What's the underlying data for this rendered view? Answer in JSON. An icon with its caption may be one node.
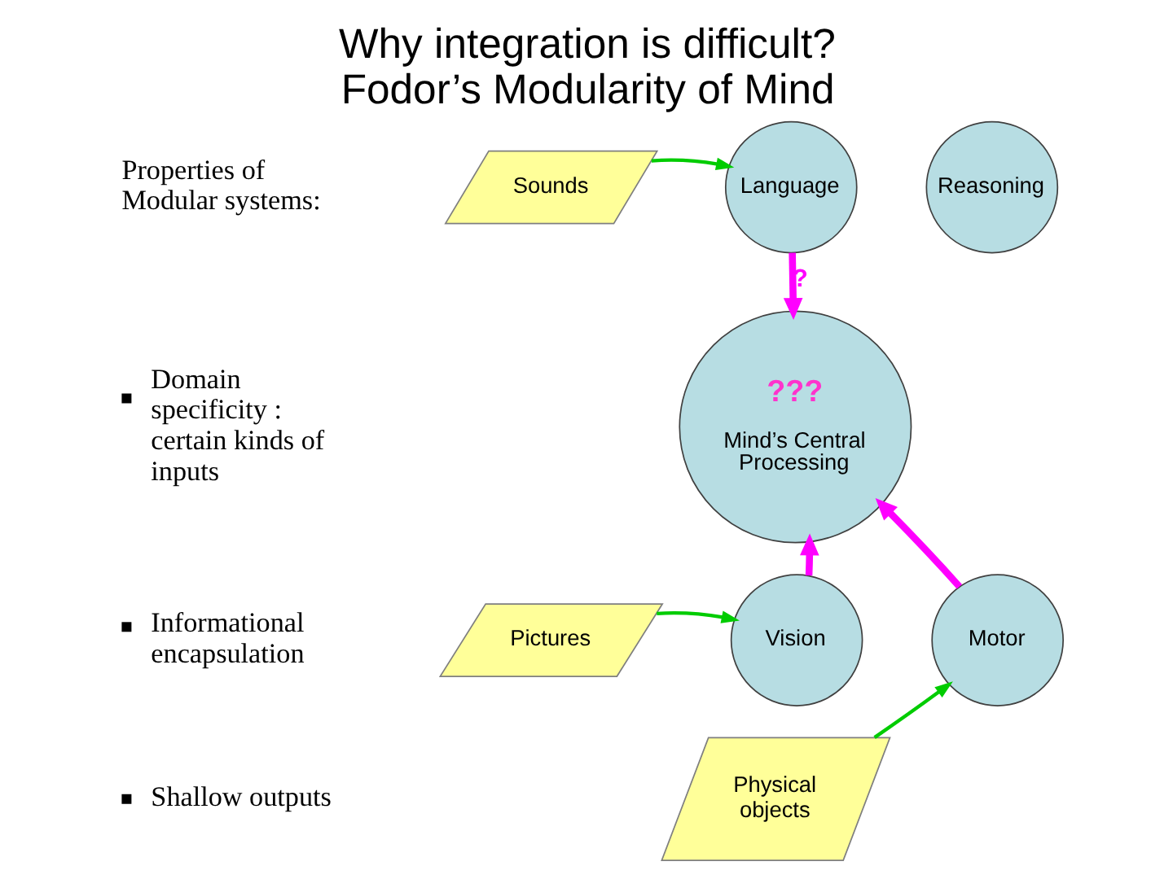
{
  "diagram": {
    "title": "Why integration is difficult? Fodor’s Modularity of Mind",
    "nodes": [
      {
        "text": [
          "Sounds"
        ]
      },
      {
        "text": [
          "Language"
        ]
      },
      {
        "text": [
          "Reasoning"
        ]
      },
      {
        "text": [
          "???",
          "Mind’s Central Processing"
        ]
      },
      {
        "text": [
          "Pictures"
        ]
      },
      {
        "text": [
          "Vision"
        ]
      },
      {
        "text": [
          "Motor"
        ]
      },
      {
        "text": [
          "Physical objects"
        ]
      }
    ],
    "edges": [
      {
        "from": 0,
        "to": 1,
        "arrow": "to",
        "color": "#00cc00"
      },
      {
        "from": 1,
        "to": 3,
        "arrow": "to",
        "label": "?",
        "style": "thick",
        "color": "#ff00ff"
      },
      {
        "from": 4,
        "to": 5,
        "arrow": "to",
        "color": "#00cc00"
      },
      {
        "from": 5,
        "to": 3,
        "arrow": "to",
        "style": "thick",
        "color": "#ff00ff"
      },
      {
        "from": 6,
        "to": 3,
        "arrow": "to",
        "style": "thick",
        "color": "#ff00ff"
      },
      {
        "from": 7,
        "to": 6,
        "arrow": "to",
        "color": "#00cc00"
      }
    ],
    "labels": [
      "Properties of Modular systems:",
      "Domain specificity : certain kinds of inputs",
      "Informational encapsulation",
      "Shallow outputs"
    ]
  }
}
